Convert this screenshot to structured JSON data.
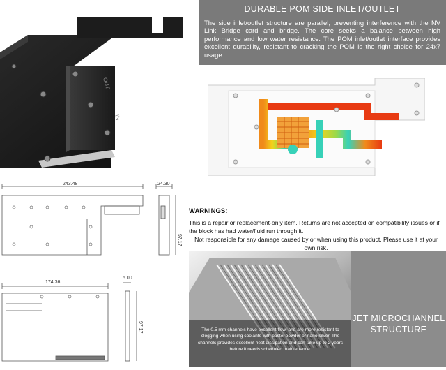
{
  "pom_section": {
    "title": "DURABLE POM SIDE INLET/OUTLET",
    "body": "The side inlet/outlet structure are parallel, preventing interference with the NV Link Bridge card and bridge. The core seeks a balance between high performance and low water resistance. The POM inlet/outlet interface provides excellent durability, resistant to cracking the POM is the right choice for 24x7 usage."
  },
  "drawings": {
    "top_width": "243.48",
    "top_height": "97.17",
    "side_width": "24.30",
    "bottom_width": "174.36",
    "bottom_height": "97.17",
    "bottom_side_width": "5.00",
    "side_height": "97.17"
  },
  "warnings": {
    "title": "WARNINGS:",
    "line1": "This is a repair or replacement-only item. Returns are not accepted on compatibility issues or if the block has had water/fluid run through it.",
    "line2": "Not responsible for any damage caused by or when using this product. Please use it at your own risk."
  },
  "microchannel": {
    "caption": "The 0.5 mm channels have excellent flow, and are more resistant to clogging when using coolants with pastel powder or nano silver. The channels provides excellent heat dissipation and can take up to 2 years before it needs scheduled maintenance.",
    "title": "JET MICROCHANNEL STRUCTURE"
  },
  "colors": {
    "header_bg": "#7a7a7a",
    "jet_bg": "#8c8c8c",
    "flow_hot": "#e83a12",
    "flow_mid": "#f5d21a",
    "flow_cool": "#37d1b8"
  }
}
